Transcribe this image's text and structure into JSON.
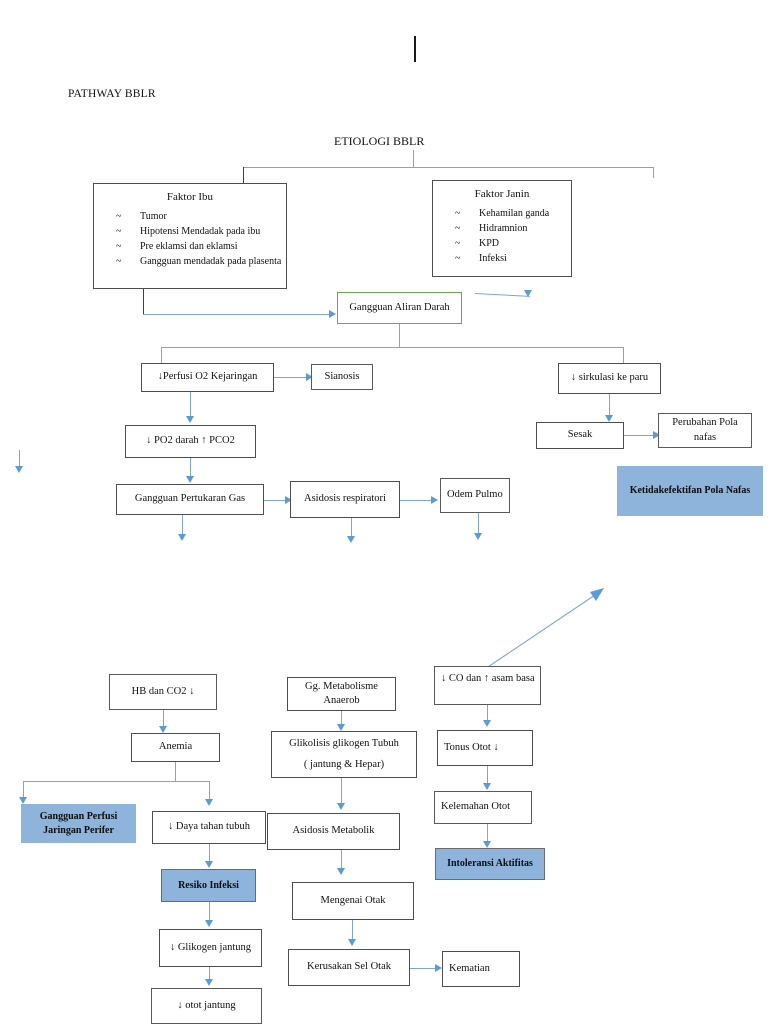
{
  "document": {
    "title": "PATHWAY BBLR",
    "etiologi_heading": "ETIOLOGI BBLR"
  },
  "colors": {
    "connector": "#7EA6D4",
    "arrow": "#5B9BD5",
    "diagnosis_fill": "#8EB4DC",
    "box_border": "#4D4D4D",
    "green_border": "#6AA84F",
    "text": "#111111"
  },
  "etiologi": {
    "faktor_ibu": {
      "heading": "Faktor Ibu",
      "bullet": "~",
      "items": [
        "Tumor",
        "Hipotensi Mendadak pada ibu",
        "Pre eklamsi dan eklamsi",
        "Gangguan mendadak pada plasenta"
      ]
    },
    "faktor_janin": {
      "heading": "Faktor Janin",
      "bullet": "~",
      "items": [
        "Kehamilan ganda",
        "Hidramnion",
        "KPD",
        "Infeksi"
      ]
    }
  },
  "nodes": {
    "gangguan_aliran_darah": "Gangguan Aliran Darah",
    "perfusi_o2": "↓Perfusi O2 Kejaringan",
    "sianosis": "Sianosis",
    "sirkulasi_paru": "↓ sirkulasi ke paru",
    "po2_pco2": "↓ PO2 darah ↑ PCO2",
    "sesak": "Sesak",
    "perubahan_pola_nafas": "Perubahan Pola nafas",
    "ketidakefektifan_pola_nafas": "Ketidakefektifan Pola Nafas",
    "gangguan_pertukaran_gas": "Gangguan Pertukaran Gas",
    "asidosis_respiratori": "Asidosis respiratori",
    "odem_pulmo": "Odem Pulmo",
    "hb_co2": "HB dan CO2 ↓",
    "anemia": "Anemia",
    "gangguan_perfusi_jaringan_perifer": "Gangguan Perfusi Jaringan Perifer",
    "daya_tahan_tubuh": "↓ Daya tahan tubuh",
    "resiko_infeksi": "Resiko Infeksi",
    "glikogen_jantung": "↓ Glikogen jantung",
    "otot_jantung": "↓ otot jantung",
    "gg_metabolisme_anaerob": "Gg. Metabolisme Anaerob",
    "glikolisis": "Glikolisis glikogen Tubuh",
    "glikolisis_sub": "( jantung & Hepar)",
    "asidosis_metabolik": "Asidosis Metabolik",
    "mengenai_otak": "Mengenai Otak",
    "kerusakan_sel_otak": "Kerusakan Sel Otak",
    "kematian": "Kematian",
    "co_asam_basa": "↓ CO  dan  ↑  asam basa",
    "tonus_otot": "Tonus Otot ↓",
    "kelemahan_otot": "Kelemahan Otot",
    "intoleransi_aktifitas": "Intoleransi Aktifitas"
  }
}
